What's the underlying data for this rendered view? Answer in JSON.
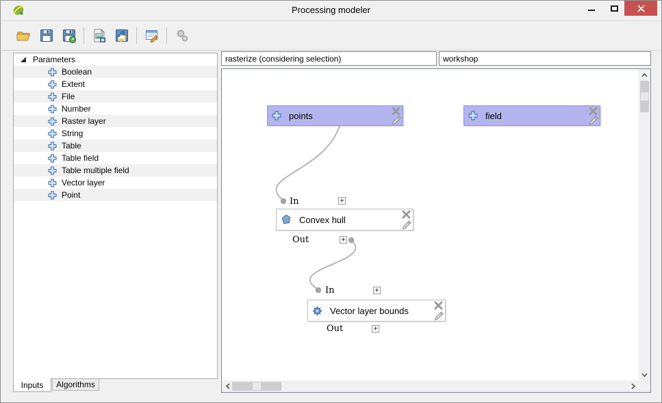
{
  "window": {
    "title": "Processing modeler",
    "close_color": "#c75050"
  },
  "toolbar": {
    "buttons": [
      {
        "name": "open-model"
      },
      {
        "name": "save-model"
      },
      {
        "name": "save-model-as"
      },
      {
        "name": "export-model-as-image"
      },
      {
        "name": "export-model-as-python-script"
      },
      {
        "name": "edit-model-help"
      },
      {
        "name": "run-model"
      }
    ]
  },
  "sidebar": {
    "root_label": "Parameters",
    "items": [
      "Boolean",
      "Extent",
      "File",
      "Number",
      "Raster layer",
      "String",
      "Table",
      "Table field",
      "Table multiple field",
      "Vector layer",
      "Point"
    ],
    "tabs": [
      {
        "label": "Inputs",
        "active": true
      },
      {
        "label": "Algorithms",
        "active": false
      }
    ]
  },
  "model": {
    "name": "rasterize (considering selection)",
    "group": "workshop"
  },
  "canvas": {
    "nodes": [
      {
        "type": "input",
        "label": "points"
      },
      {
        "type": "input",
        "label": "field"
      },
      {
        "type": "algorithm",
        "label": "Convex hull",
        "in_label": "In",
        "out_label": "Out"
      },
      {
        "type": "algorithm",
        "label": "Vector layer bounds",
        "in_label": "In",
        "out_label": "Out"
      }
    ],
    "connections": [
      {
        "from": "points",
        "to": "Convex hull"
      },
      {
        "from": "Convex hull",
        "to": "Vector layer bounds"
      }
    ],
    "colors": {
      "input_fill": "#b4b4ee",
      "input_border": "#9595d6",
      "connection": "#b0b0b0"
    }
  }
}
